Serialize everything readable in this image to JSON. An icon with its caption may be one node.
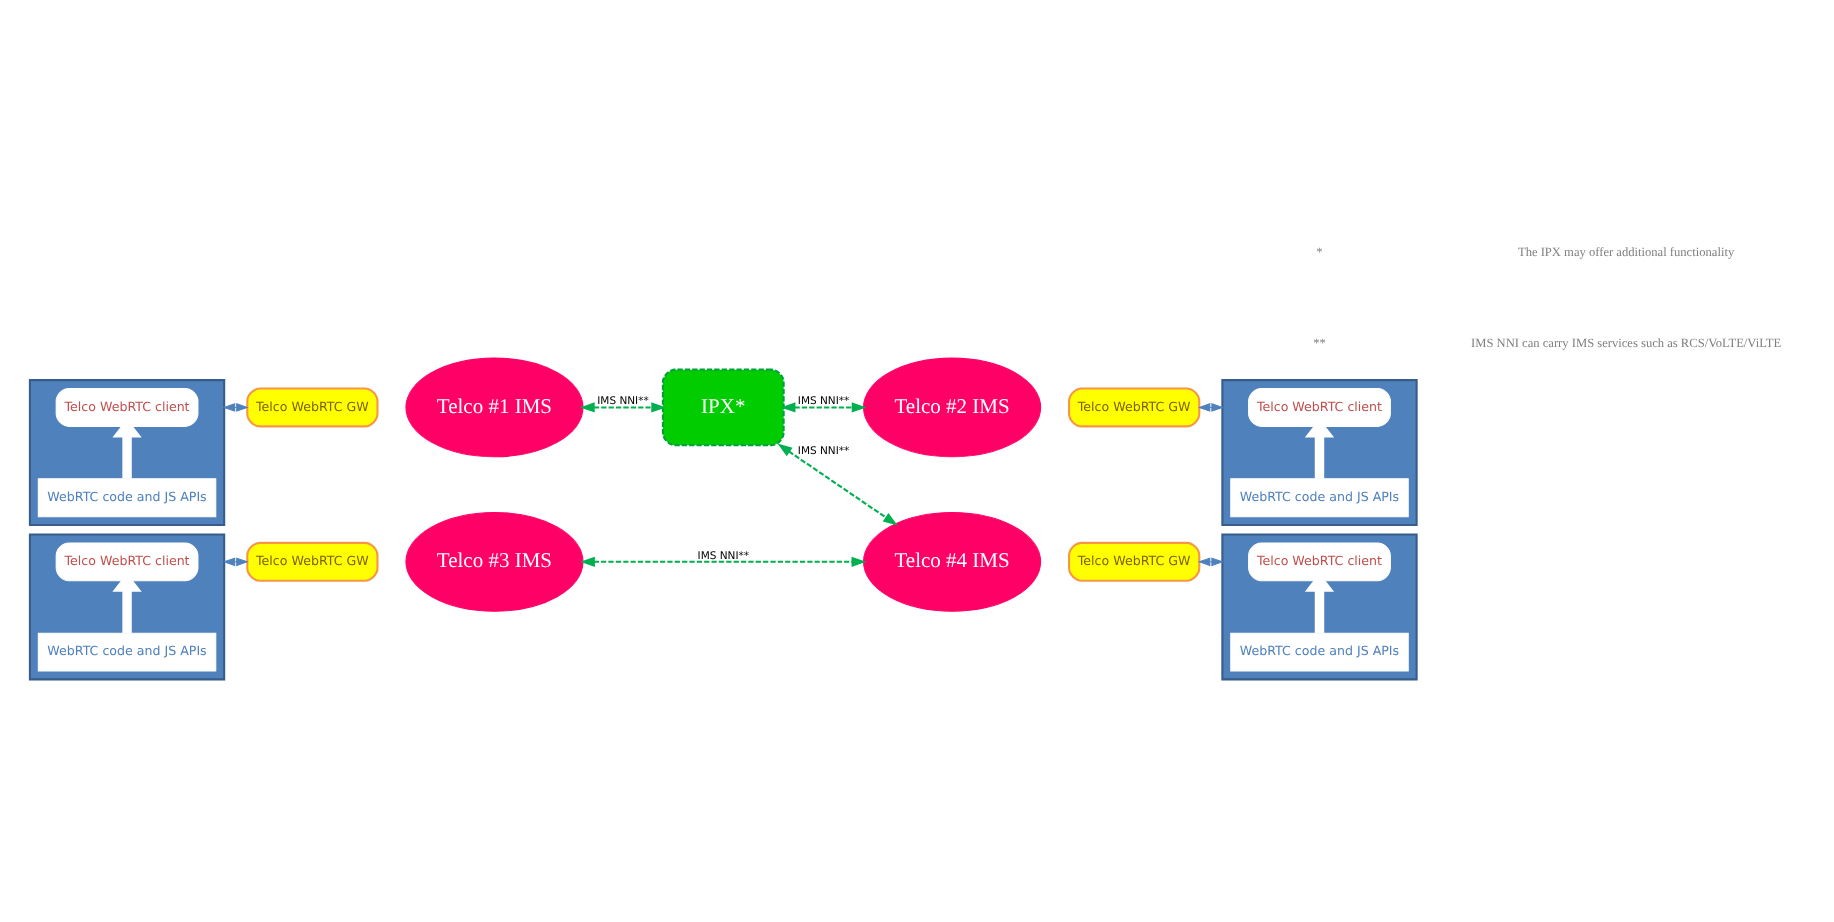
{
  "diagram": {
    "nodes": [
      {
        "text": [],
        "shape": "box"
      },
      {
        "text": [
          "Telco WebRTC client"
        ],
        "in": 0
      },
      {
        "text": [
          "WebRTC code and JS APIs"
        ],
        "in": 0
      },
      {
        "text": [
          "Telco WebRTC GW"
        ]
      },
      {
        "text": [
          "Telco #1 IMS"
        ]
      },
      {
        "text": [
          "Telco #2 IMS"
        ]
      },
      {
        "text": [
          "Telco WebRTC GW"
        ]
      },
      {
        "text": [],
        "shape": "box"
      },
      {
        "text": [
          "Telco WebRTC client"
        ],
        "in": 7
      },
      {
        "text": [
          "WebRTC code and JS APIs"
        ],
        "in": 7
      },
      {
        "text": [
          "IPX*"
        ]
      },
      {
        "text": [],
        "shape": "box"
      },
      {
        "text": [
          "Telco WebRTC client"
        ],
        "in": 11
      },
      {
        "text": [
          "WebRTC code and JS APIs"
        ],
        "in": 11
      },
      {
        "text": [
          "Telco WebRTC GW"
        ]
      },
      {
        "text": [
          "Telco #3 IMS"
        ]
      },
      {
        "text": [
          "Telco #4 IMS"
        ]
      },
      {
        "text": [
          "Telco WebRTC GW"
        ]
      },
      {
        "text": [],
        "shape": "box"
      },
      {
        "text": [
          "Telco WebRTC client"
        ],
        "in": 18
      },
      {
        "text": [
          "WebRTC code and JS APIs"
        ],
        "in": 18
      }
    ],
    "edges": [
      {
        "from": 2,
        "to": 1,
        "arrow": "to",
        "style": "thick",
        "color": "#ffffff"
      },
      {
        "from": 0,
        "to": 3,
        "arrow": "both",
        "color": "#4f81bd"
      },
      {
        "from": 9,
        "to": 8,
        "arrow": "to",
        "style": "thick",
        "color": "#ffffff"
      },
      {
        "from": 6,
        "to": 7,
        "arrow": "both",
        "color": "#4f81bd"
      },
      {
        "from": 13,
        "to": 12,
        "arrow": "to",
        "style": "thick",
        "color": "#ffffff"
      },
      {
        "from": 11,
        "to": 14,
        "arrow": "both",
        "color": "#4f81bd"
      },
      {
        "from": 20,
        "to": 19,
        "arrow": "to",
        "style": "thick",
        "color": "#ffffff"
      },
      {
        "from": 17,
        "to": 18,
        "arrow": "both",
        "color": "#4f81bd"
      },
      {
        "from": 4,
        "to": 10,
        "arrow": "both",
        "label": "IMS NNI**",
        "style": "dashed",
        "color": "#00b050"
      },
      {
        "from": 10,
        "to": 5,
        "arrow": "both",
        "label": "IMS NNI**",
        "style": "dashed",
        "color": "#00b050"
      },
      {
        "from": 10,
        "to": 16,
        "arrow": "both",
        "label": "IMS NNI**",
        "style": "dashed",
        "color": "#00b050"
      },
      {
        "from": 15,
        "to": 16,
        "arrow": "both",
        "label": "IMS NNI**",
        "style": "dashed",
        "color": "#00b050"
      }
    ],
    "labels": [
      "*",
      "The IPX may offer additional functionality",
      "**",
      "IMS NNI can carry IMS services such as RCS/VoLTE/ViLTE"
    ]
  }
}
